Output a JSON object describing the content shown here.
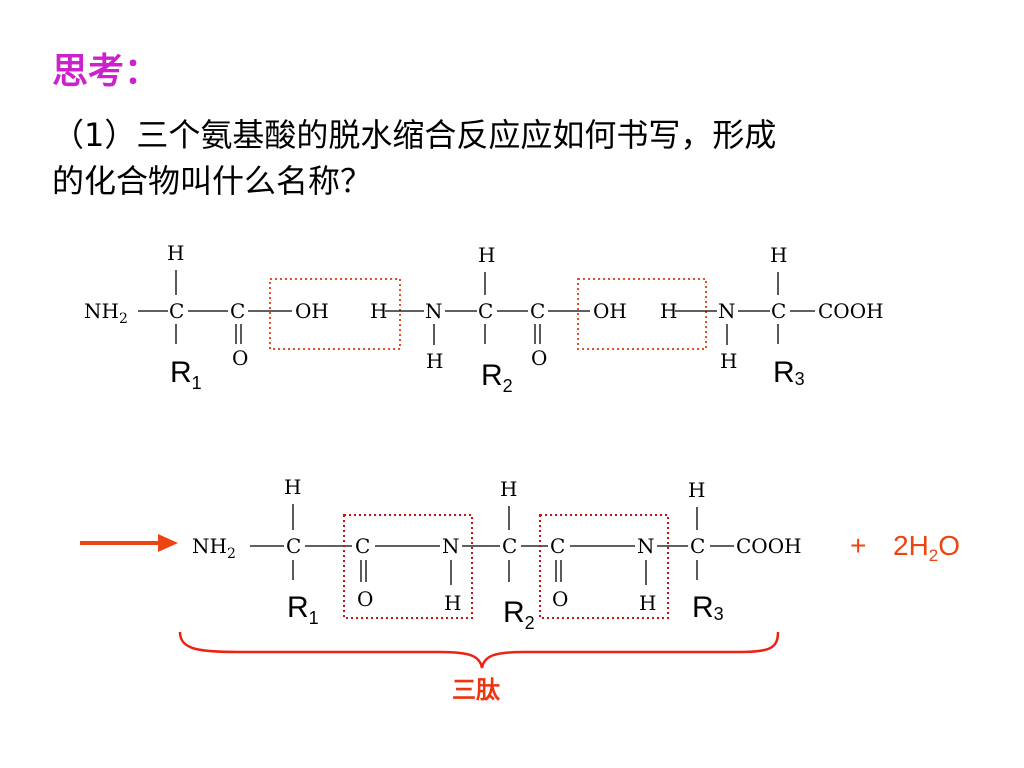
{
  "slide": {
    "heading": "思考：",
    "question_line1": "（1）三个氨基酸的脱水缩合反应应如何书写，形成",
    "question_line2": "的化合物叫什么名称？"
  },
  "reactants": {
    "amino_group": "NH",
    "amino_sub": "2",
    "carboxyl_end": "COOH",
    "hydroxyl": "OH",
    "carbon": "C",
    "nitrogen": "N",
    "hydrogen": "H",
    "oxygen": "O",
    "r_letter": "R",
    "r1_sub": "1",
    "r2_sub": "2",
    "r3_sub": "3"
  },
  "product": {
    "amino_group": "NH",
    "amino_sub": "2",
    "carboxyl_end": "COOH",
    "carbon": "C",
    "nitrogen": "N",
    "hydrogen": "H",
    "oxygen": "O",
    "r_letter": "R",
    "r1_sub": "1",
    "r2_sub": "2",
    "r3_sub": "3",
    "plus": "+",
    "water_coef": "2H",
    "water_sub": "2",
    "water_tail": "O",
    "name": "三肽"
  },
  "colors": {
    "heading": "#cc22cc",
    "accent": "#ee4411",
    "box": "#e2512a"
  }
}
